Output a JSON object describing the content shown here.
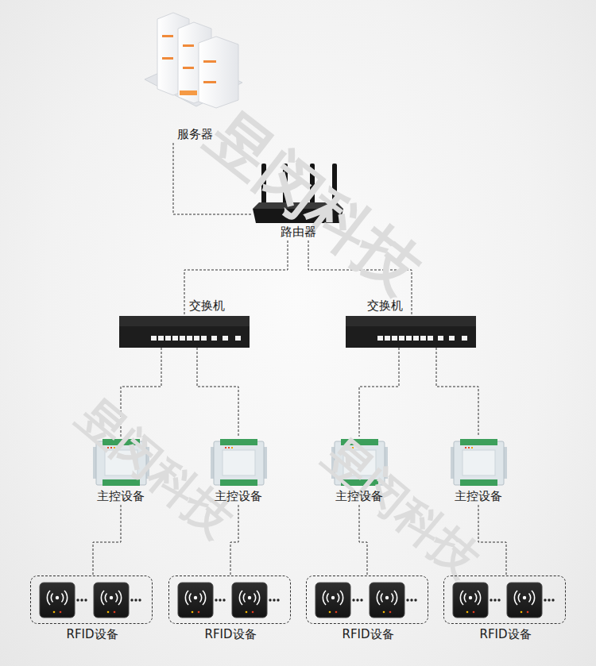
{
  "diagram": {
    "nodes": [
      {
        "text": [
          "服务器"
        ]
      },
      {
        "text": [
          "路由器"
        ]
      },
      {
        "text": [
          "交换机"
        ]
      },
      {
        "text": [
          "交换机"
        ]
      },
      {
        "text": [
          "主控设备"
        ]
      },
      {
        "text": [
          "主控设备"
        ]
      },
      {
        "text": [
          "主控设备"
        ]
      },
      {
        "text": [
          "主控设备"
        ]
      },
      {
        "text": [
          "RFID设备"
        ]
      },
      {
        "text": [
          "RFID设备"
        ]
      },
      {
        "text": [
          "RFID设备"
        ]
      },
      {
        "text": [
          "RFID设备"
        ]
      }
    ],
    "edges": [
      {
        "from": 0,
        "to": 1,
        "arrow": "none"
      },
      {
        "from": 1,
        "to": 2,
        "arrow": "none"
      },
      {
        "from": 1,
        "to": 3,
        "arrow": "none"
      },
      {
        "from": 2,
        "to": 4,
        "arrow": "none"
      },
      {
        "from": 2,
        "to": 5,
        "arrow": "none"
      },
      {
        "from": 3,
        "to": 6,
        "arrow": "none"
      },
      {
        "from": 3,
        "to": 7,
        "arrow": "none"
      },
      {
        "from": 4,
        "to": 8,
        "arrow": "none"
      },
      {
        "from": 5,
        "to": 9,
        "arrow": "none"
      },
      {
        "from": 6,
        "to": 10,
        "arrow": "none"
      },
      {
        "from": 7,
        "to": 11,
        "arrow": "none"
      }
    ],
    "labels": [
      "昱闵科技",
      "昱闵科技",
      "昱闵科技"
    ]
  }
}
